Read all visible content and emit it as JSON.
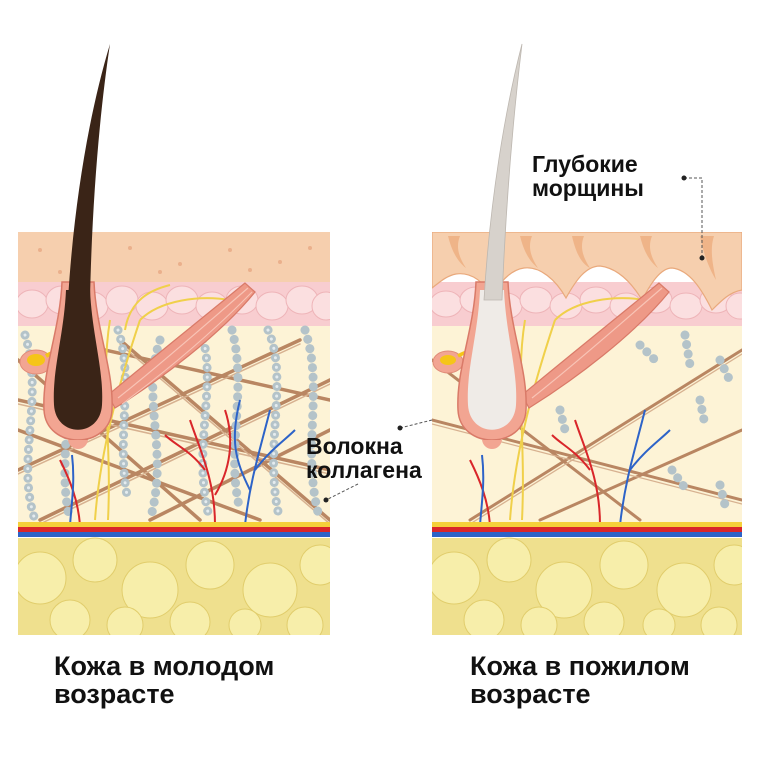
{
  "captions": {
    "young": "Кожа в молодом\nвозрасте",
    "aged": "Кожа в пожилом\nвозрасте"
  },
  "labels": {
    "collagen": "Волокна\nколлагена",
    "wrinkles": "Глубокие\nморщины"
  },
  "colors": {
    "epidermis": "#f6cfae",
    "epidermis_cells": "#f8cdd0",
    "dermis": "#fdf3d6",
    "fat": "#efe08e",
    "collagen_fiber": "#b98662",
    "elastin_beads": "#b4c3c9",
    "hair_young": "#3a2417",
    "hair_aged": "#d7d2cc",
    "follicle": "#f2a592",
    "muscle": "#ee9987",
    "artery": "#d9262a",
    "vein": "#2d63c8",
    "nerve": "#f0d04a",
    "gland": "#f5c518"
  }
}
